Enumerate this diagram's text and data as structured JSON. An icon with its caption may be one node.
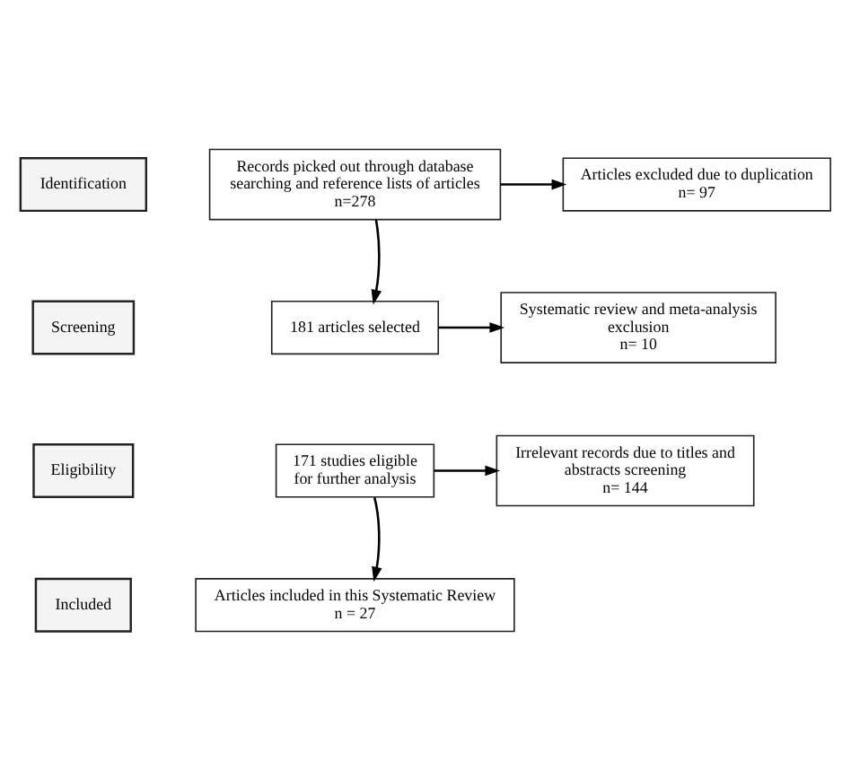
{
  "diagram": {
    "nodes": [
      {
        "text": [
          "Identification"
        ]
      },
      {
        "text": [
          "Screening"
        ]
      },
      {
        "text": [
          "Eligibility"
        ]
      },
      {
        "text": [
          "Included"
        ]
      },
      {
        "text": [
          "Records picked out through database searching and reference lists of articles",
          "n=278"
        ]
      },
      {
        "text": [
          "Articles excluded due to duplication",
          "n= 97"
        ]
      },
      {
        "text": [
          "181 articles selected"
        ]
      },
      {
        "text": [
          "Systematic review and meta-analysis exclusion",
          "n= 10"
        ]
      },
      {
        "text": [
          "171 studies eligible for further analysis"
        ]
      },
      {
        "text": [
          "Irrelevant records due to titles and abstracts screening",
          "n= 144"
        ]
      },
      {
        "text": [
          "Articles included in this Systematic Review",
          "n = 27"
        ]
      }
    ],
    "edges": [
      {
        "from": 4,
        "to": 5,
        "arrow": "to"
      },
      {
        "from": 4,
        "to": 6,
        "arrow": "to"
      },
      {
        "from": 6,
        "to": 7,
        "arrow": "to"
      },
      {
        "from": 8,
        "to": 9,
        "arrow": "to"
      },
      {
        "from": 8,
        "to": 10,
        "arrow": "to"
      }
    ]
  }
}
